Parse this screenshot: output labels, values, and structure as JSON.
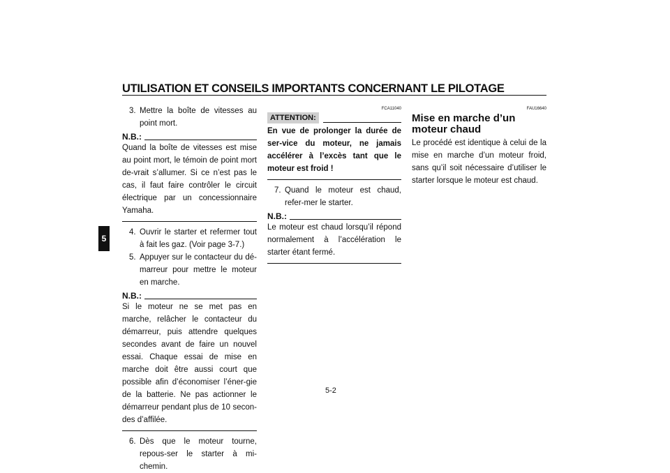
{
  "header": {
    "title": "UTILISATION ET CONSEILS IMPORTANTS CONCERNANT LE PILOTAGE"
  },
  "chapter_tab": "5",
  "left_column": {
    "step3": {
      "num": "3.",
      "text": "Mettre la boîte de vitesses au point mort."
    },
    "note1": {
      "label": "N.B.:",
      "text": "Quand la boîte de vitesses est mise au point mort, le témoin de point mort de-vrait s’allumer. Si ce n’est pas le cas, il faut faire contrôler le circuit électrique par un concessionnaire Yamaha."
    },
    "step4": {
      "num": "4.",
      "text": "Ouvrir le starter et refermer tout à fait les gaz. (Voir page 3-7.)"
    },
    "step5": {
      "num": "5.",
      "text": "Appuyer sur le contacteur du dé-marreur pour mettre le moteur en marche."
    },
    "note2": {
      "label": "N.B.:",
      "text": "Si le moteur ne se met pas en marche, relâcher le contacteur du démarreur, puis attendre quelques secondes avant de faire un nouvel essai. Chaque essai de mise en marche doit être aussi court que possible afin d’économiser l’éner-gie de la batterie. Ne pas actionner le démarreur pendant plus de 10 secon-des d’affilée."
    },
    "step6": {
      "num": "6.",
      "text": "Dès que le moteur tourne, repous-ser le starter à mi-chemin."
    }
  },
  "middle_column": {
    "code": "FCA11040",
    "attention_label": "ATTENTION:",
    "attention_text": "En vue de prolonger la durée de ser-vice du moteur, ne jamais accélérer à l’excès tant que le moteur est froid !",
    "step7": {
      "num": "7.",
      "text": "Quand le moteur est chaud, refer-mer le starter."
    },
    "note3": {
      "label": "N.B.:",
      "text": "Le moteur est chaud lorsqu’il répond normalement à l’accélération le starter étant fermé."
    }
  },
  "right_column": {
    "code": "FAU16640",
    "section_title": "Mise en marche d’un moteur chaud",
    "paragraph": "Le procédé est identique à celui de la mise en marche d’un moteur froid, sans qu’il soit nécessaire d’utiliser le starter lorsque le moteur est chaud."
  },
  "footer": {
    "page_number": "5-2"
  }
}
